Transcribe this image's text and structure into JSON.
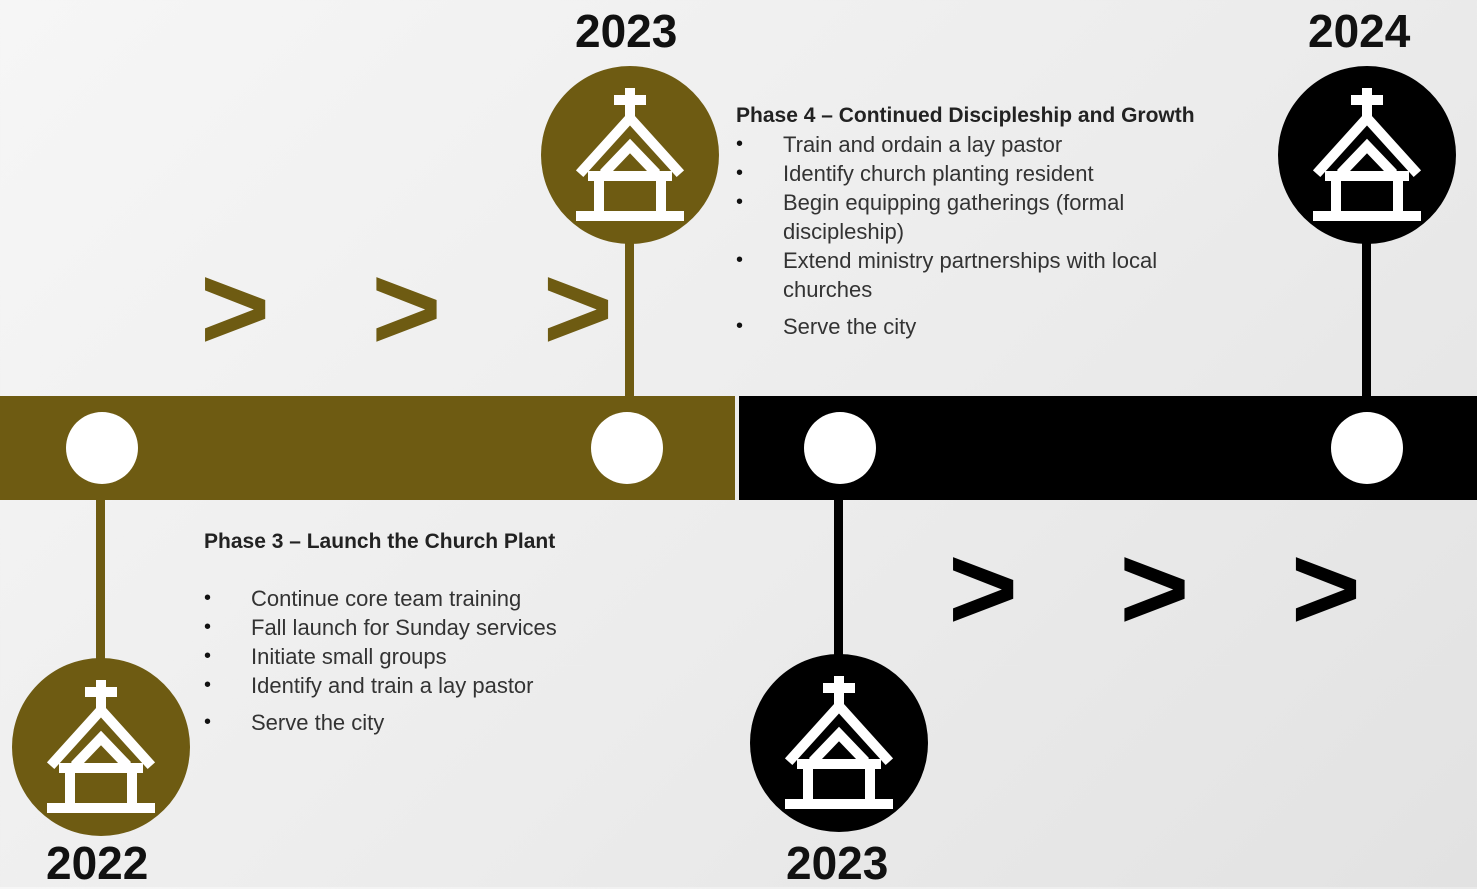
{
  "colors": {
    "olive": "#6e5b12",
    "black": "#000000",
    "white": "#ffffff"
  },
  "years": {
    "top_left": "2023",
    "top_right": "2024",
    "bottom_left": "2022",
    "bottom_right": "2023"
  },
  "arrows": {
    "left": ">>>",
    "right": ">>>"
  },
  "icons": {
    "milestone": "church-icon"
  },
  "phase3": {
    "title": "Phase 3 – Launch the Church Plant",
    "items": [
      "Continue core team training",
      "Fall launch for Sunday services",
      "Initiate small groups",
      "Identify and train a lay pastor",
      "Serve the city"
    ]
  },
  "phase4": {
    "title": "Phase 4 – Continued Discipleship and Growth",
    "items": [
      "Train and ordain a lay pastor",
      "Identify church planting resident",
      "Begin equipping gatherings (formal discipleship)",
      "Extend ministry partnerships with local churches",
      "Serve the city"
    ]
  }
}
